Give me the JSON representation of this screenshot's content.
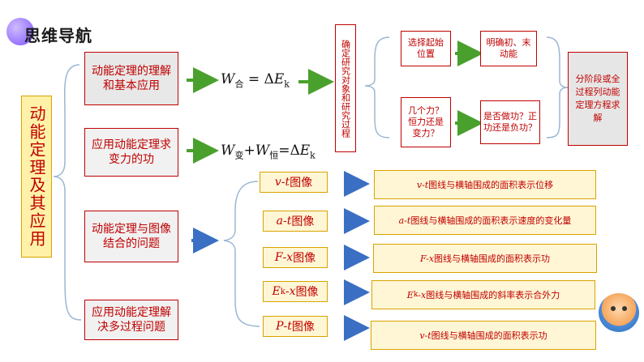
{
  "header": {
    "title": "思维导航"
  },
  "root": {
    "label": "动能定理及其应用"
  },
  "branches": [
    {
      "label": "动能定理的理解和基本应用"
    },
    {
      "label": "应用动能定理求变力的功"
    },
    {
      "label": "动能定理与图像结合的问题"
    },
    {
      "label": "应用动能定理解决多过程问题"
    }
  ],
  "equations": {
    "eq1": {
      "w": "W",
      "sub": "合",
      "rest": " = Δ",
      "e": "E",
      "esub": "k"
    },
    "eq2": {
      "w1": "W",
      "sub1": "变",
      "plus": "+",
      "w2": "W",
      "sub2": "恒",
      "rest": "=Δ",
      "e": "E",
      "esub": "k"
    }
  },
  "steps": {
    "vertical": "确定研究对象和研究过程",
    "s1": "选择起始位置",
    "s2": "明确初、末动能",
    "s3": "几个力？恒力还是变力？",
    "s4": "是否做功？正功还是负功？",
    "result": "分阶段或全过程列动能定理方程求解"
  },
  "graphs": [
    {
      "a": "v",
      "b": "t",
      "tag_suffix": "图像",
      "desc_prefix": "v-",
      "desc_var": "t",
      "desc": "图线与横轴围成的面积表示位移"
    },
    {
      "a": "a",
      "b": "t",
      "tag_suffix": "图像",
      "desc_prefix": "a-",
      "desc_var": "t",
      "desc": "图线与横轴围成的面积表示速度的变化量"
    },
    {
      "a": "F",
      "b": "x",
      "tag_suffix": "图像",
      "desc_prefix": "F-",
      "desc_var": "x",
      "desc": "图线与横轴围成的面积表示功"
    },
    {
      "a": "E",
      "a_sub": "k",
      "b": "x",
      "tag_suffix": "图像",
      "desc_prefix": "E",
      "desc_sub": "k",
      "desc_sep": "-",
      "desc_var": "x",
      "desc": "图线与横轴围成的斜率表示合外力"
    },
    {
      "a": "P",
      "b": "t",
      "tag_suffix": "图像",
      "desc_prefix": "v-",
      "desc_var": "t",
      "desc": "图线与横轴围成的面积表示功"
    }
  ],
  "colors": {
    "accent": "#c00000",
    "arrow_green": "#4aa02c",
    "arrow_blue": "#3a6fc4",
    "root_fill": "#fff2a8",
    "gold": "#d9a300"
  }
}
